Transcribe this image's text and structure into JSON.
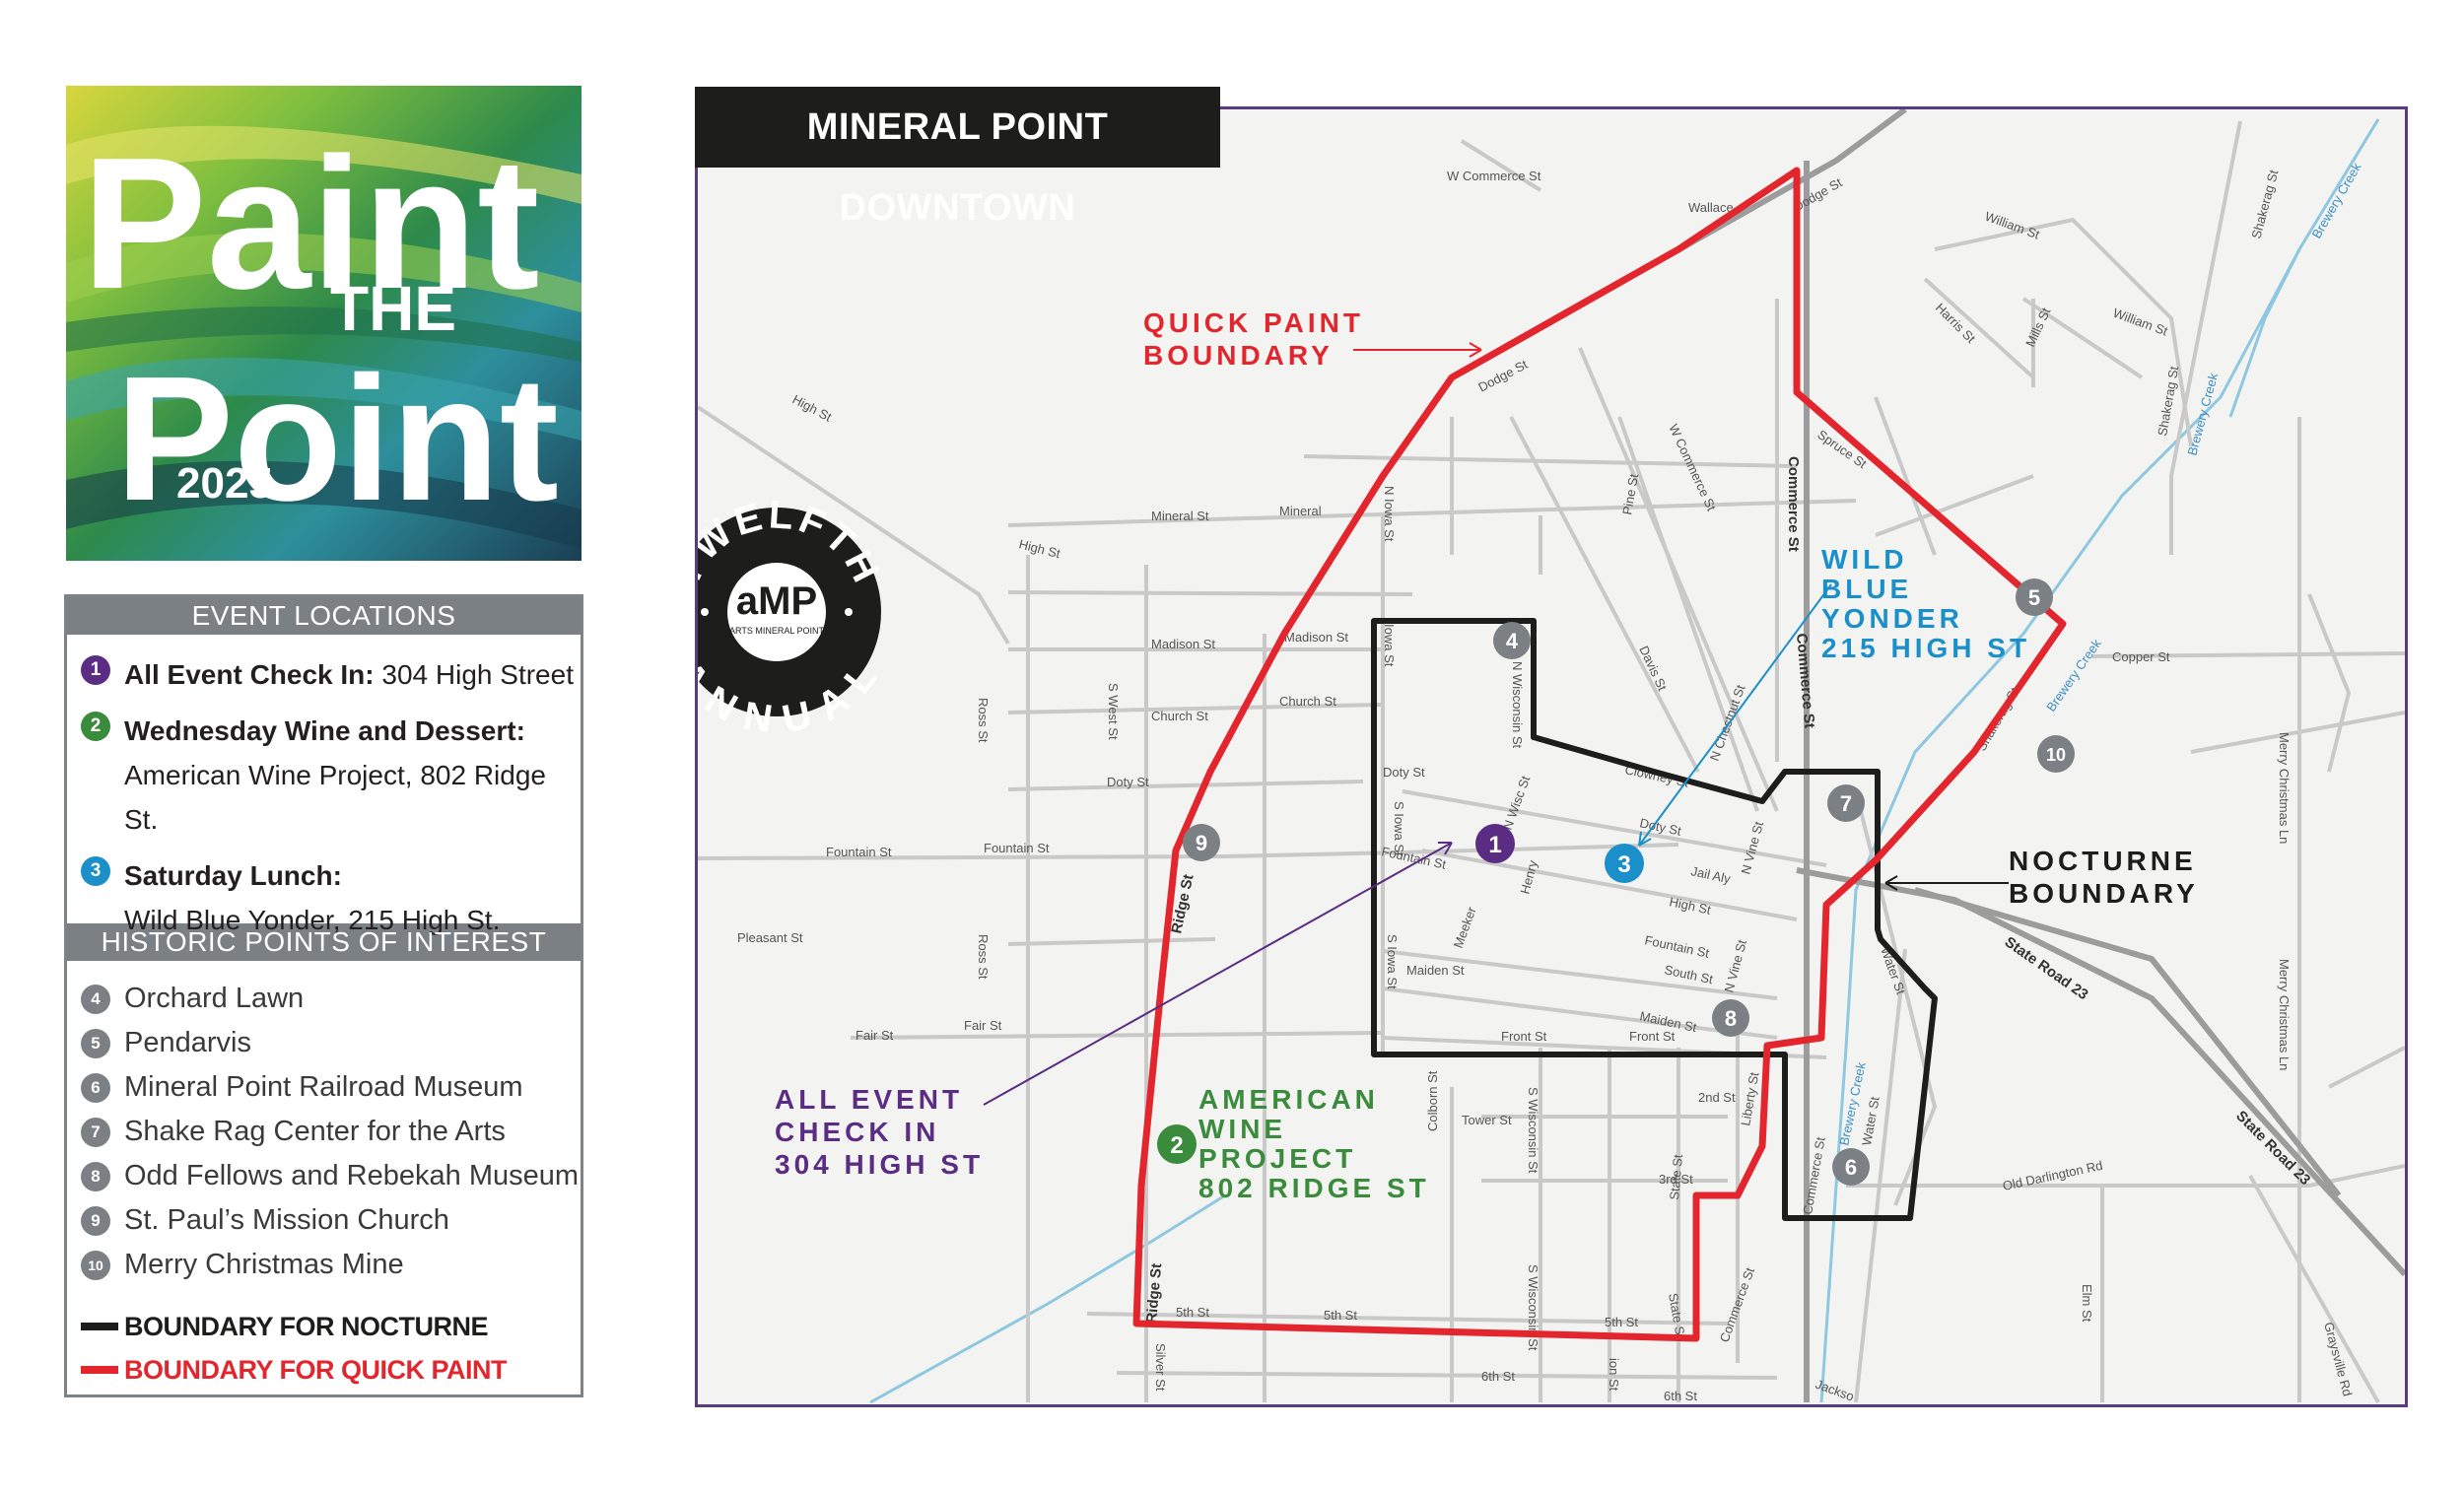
{
  "logo": {
    "title_word1": "Paint",
    "title_word2": "THE",
    "title_word3": "Point",
    "year": "2025",
    "colors": {
      "green": "#6fb53e",
      "teal": "#2f8f9c",
      "dark": "#1f4a5a",
      "yellow": "#d6d63a"
    }
  },
  "sidebar": {
    "event_locations_header": "EVENT LOCATIONS",
    "locations": [
      {
        "num": "1",
        "title": "All Event Check In:",
        "detail": "304 High Street",
        "color": "#5b2c83"
      },
      {
        "num": "2",
        "title": "Wednesday Wine and Dessert:",
        "detail": "American Wine Project, 802 Ridge St.",
        "color": "#3a8b3c"
      },
      {
        "num": "3",
        "title": "Saturday Lunch:",
        "detail": "Wild Blue Yonder, 215 High St.",
        "color": "#1a8fc9"
      }
    ],
    "poi_header": "HISTORIC POINTS OF INTEREST",
    "points": [
      {
        "num": "4",
        "name": "Orchard Lawn"
      },
      {
        "num": "5",
        "name": "Pendarvis"
      },
      {
        "num": "6",
        "name": "Mineral Point Railroad Museum"
      },
      {
        "num": "7",
        "name": "Shake Rag Center for the Arts"
      },
      {
        "num": "8",
        "name": "Odd Fellows and Rebekah Museum"
      },
      {
        "num": "9",
        "name": "St. Paul’s Mission Church"
      },
      {
        "num": "10",
        "name": "Merry Christmas Mine"
      }
    ],
    "legend": [
      {
        "label": "BOUNDARY FOR NOCTURNE",
        "color": "#1d1d1b"
      },
      {
        "label": "BOUNDARY FOR QUICK PAINT",
        "color": "#e3262d"
      }
    ]
  },
  "map": {
    "title": "MINERAL POINT DOWNTOWN",
    "badge": {
      "top_text": "TWELFTH",
      "bottom_text": "ANNUAL",
      "logo_mark": "aMP",
      "logo_caption": "ARTS MINERAL POINT"
    },
    "callouts": {
      "quick_paint": [
        "QUICK PAINT",
        "BOUNDARY"
      ],
      "nocturne": [
        "NOCTURNE",
        "BOUNDARY"
      ],
      "wild_blue": [
        "WILD",
        "BLUE",
        "YONDER",
        "215 HIGH ST"
      ],
      "check_in": [
        "ALL EVENT",
        "CHECK IN",
        "304 HIGH ST"
      ],
      "wine": [
        "AMERICAN",
        "WINE",
        "PROJECT",
        "802 RIDGE ST"
      ]
    },
    "colors": {
      "quick_paint": "#e3262d",
      "nocturne": "#1d1d1b",
      "check_in": "#5b2c83",
      "wine": "#3a8b3c",
      "lunch": "#1a8fc9",
      "poi": "#7b8085",
      "road": "#c4c4c4",
      "water": "#8ec8e0"
    },
    "street_labels": {
      "w_commerce": "W Commerce St",
      "wallace": "Wallace",
      "dodge_top": "Dodge St",
      "dodge": "Dodge St",
      "high_w": "High St",
      "high_mid": "High St",
      "high_e": "High St",
      "mineral": "Mineral St",
      "mineral2": "Mineral",
      "madison": "Madison St",
      "madison2": "Madison St",
      "church": "Church St",
      "church2": "Church St",
      "doty": "Doty St",
      "doty2": "Doty St",
      "doty3": "Doty St",
      "fountain": "Fountain St",
      "fountain2": "Fountain St",
      "fountain3": "Fountain St",
      "fountain4": "Fountain St",
      "pleasant": "Pleasant St",
      "fair": "Fair St",
      "fair2": "Fair St",
      "ridge": "Ridge St",
      "ridge2": "Ridge St",
      "n_iowa": "N Iowa St",
      "iowa": "Iowa St",
      "s_iowa": "S Iowa St",
      "s_iowa2": "S Iowa St",
      "s_west": "S West St",
      "ross": "Ross St",
      "ross2": "Ross St",
      "n_wisconsin": "N Wisconsin St",
      "n_wisc": "N Wisc St",
      "henry": "Henry",
      "meeker": "Meeker",
      "maiden": "Maiden St",
      "maiden2": "Maiden St",
      "south": "South St",
      "front": "Front St",
      "front2": "Front St",
      "clowney": "Clowney St",
      "jail": "Jail Aly",
      "n_vine": "N Vine St",
      "n_vine2": "N Vine St",
      "n_chestnut": "N Chestnut St",
      "davis": "Davis St",
      "pine": "Pine St",
      "w_commerce2": "W Commerce St",
      "commerce": "Commerce St",
      "commerce2": "Commerce St",
      "commerce3": "Commerce St",
      "commerce4": "Commerce St",
      "spruce": "Spruce St",
      "shakerag": "Shakerag St",
      "shakerag2": "Shakerag St",
      "shakerag3": "Shakerag St",
      "brewery": "Brewery Creek",
      "brewery2": "Brewery Creek",
      "brewery3": "Brewery Creek",
      "brewery4": "Brewery Creek",
      "william": "William St",
      "william2": "William St",
      "harris": "Harris St",
      "mills": "Mills St",
      "copper": "Copper St",
      "merry": "Merry Christmas Ln",
      "merry2": "Merry Christmas Ln",
      "sr23": "State Road 23",
      "sr23b": "State Road 23",
      "water": "Water St",
      "water2": "Water St",
      "old_darlington": "Old Darlington Rd",
      "elm": "Elm St",
      "graysville": "Graysville Rd",
      "second": "2nd St",
      "third": "3rd St",
      "tower": "Tower St",
      "colborn": "Colborn St",
      "s_wisconsin": "S Wisconsin St",
      "s_wisconsin2": "S Wisconsin St",
      "liberty": "Liberty St",
      "state": "State St",
      "state2": "State St",
      "fifth": "5th St",
      "fifth2": "5th St",
      "fifth3": "5th St",
      "sixth": "6th St",
      "sixth2": "6th St",
      "silver": "Silver St",
      "jackson": "Jackso",
      "ion": "ion St"
    }
  }
}
